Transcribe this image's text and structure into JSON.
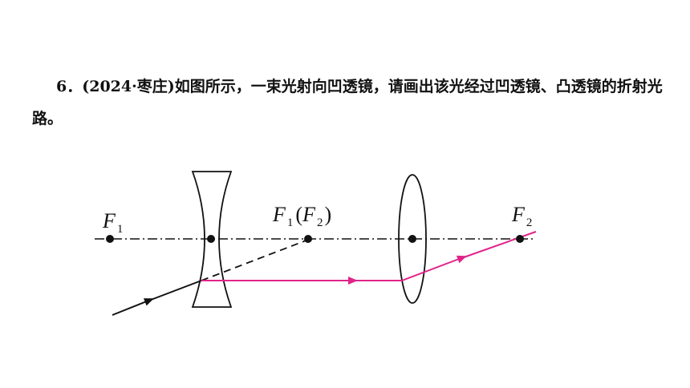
{
  "question": {
    "number": "6．",
    "source": "(2024·枣庄)",
    "text": "如图所示，一束光射向凹透镜，请画出该光经过凹透镜、凸透镜的折射光路。"
  },
  "diagram": {
    "labels": {
      "f1_left": "F",
      "f1_left_sub": "1",
      "f1_mid": "F",
      "f1_mid_sub": "1",
      "paren_open": "(",
      "f2_mid": "F",
      "f2_mid_sub": "2",
      "paren_close": ")",
      "f2_right": "F",
      "f2_right_sub": "2"
    },
    "colors": {
      "ink": "#111111",
      "ray": "#e0248a"
    }
  }
}
